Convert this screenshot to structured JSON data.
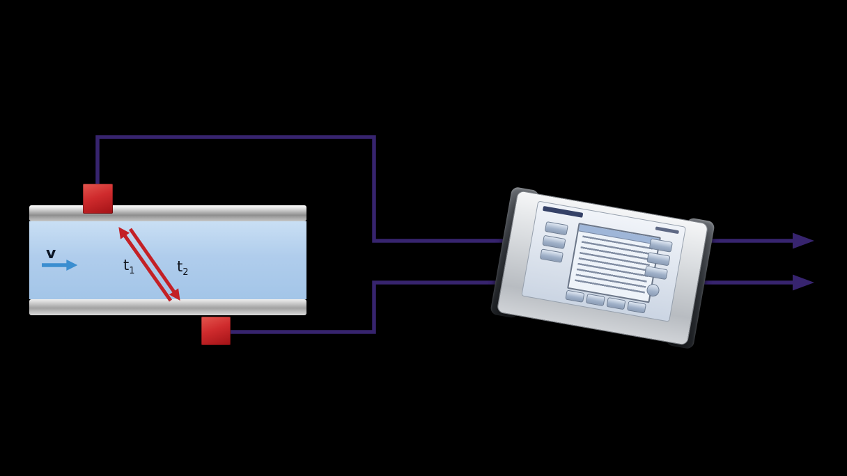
{
  "scene": {
    "description": "Ultrasonic transit-time flow measurement schematic: pipe with flow, two clamp-on transducers, crossed transit paths, cables to a portable flow meter and output signals",
    "flow_label": "v",
    "transit_time_1": {
      "symbol": "t",
      "subscript": "1"
    },
    "transit_time_2": {
      "symbol": "t",
      "subscript": "2"
    }
  },
  "colors": {
    "background": "#000000",
    "pipe_fluid": "#aecdeb",
    "pipe_wall": "#b5b5b5",
    "transducer_red": "#c32026",
    "transit_arrow_red": "#c32026",
    "flow_arrow_blue": "#3a8ed0",
    "cable_purple": "#37246e",
    "device_body_silver": "#d7dadd",
    "device_bumper_gray": "#3b3f45",
    "device_screen": "#eef3f9"
  }
}
